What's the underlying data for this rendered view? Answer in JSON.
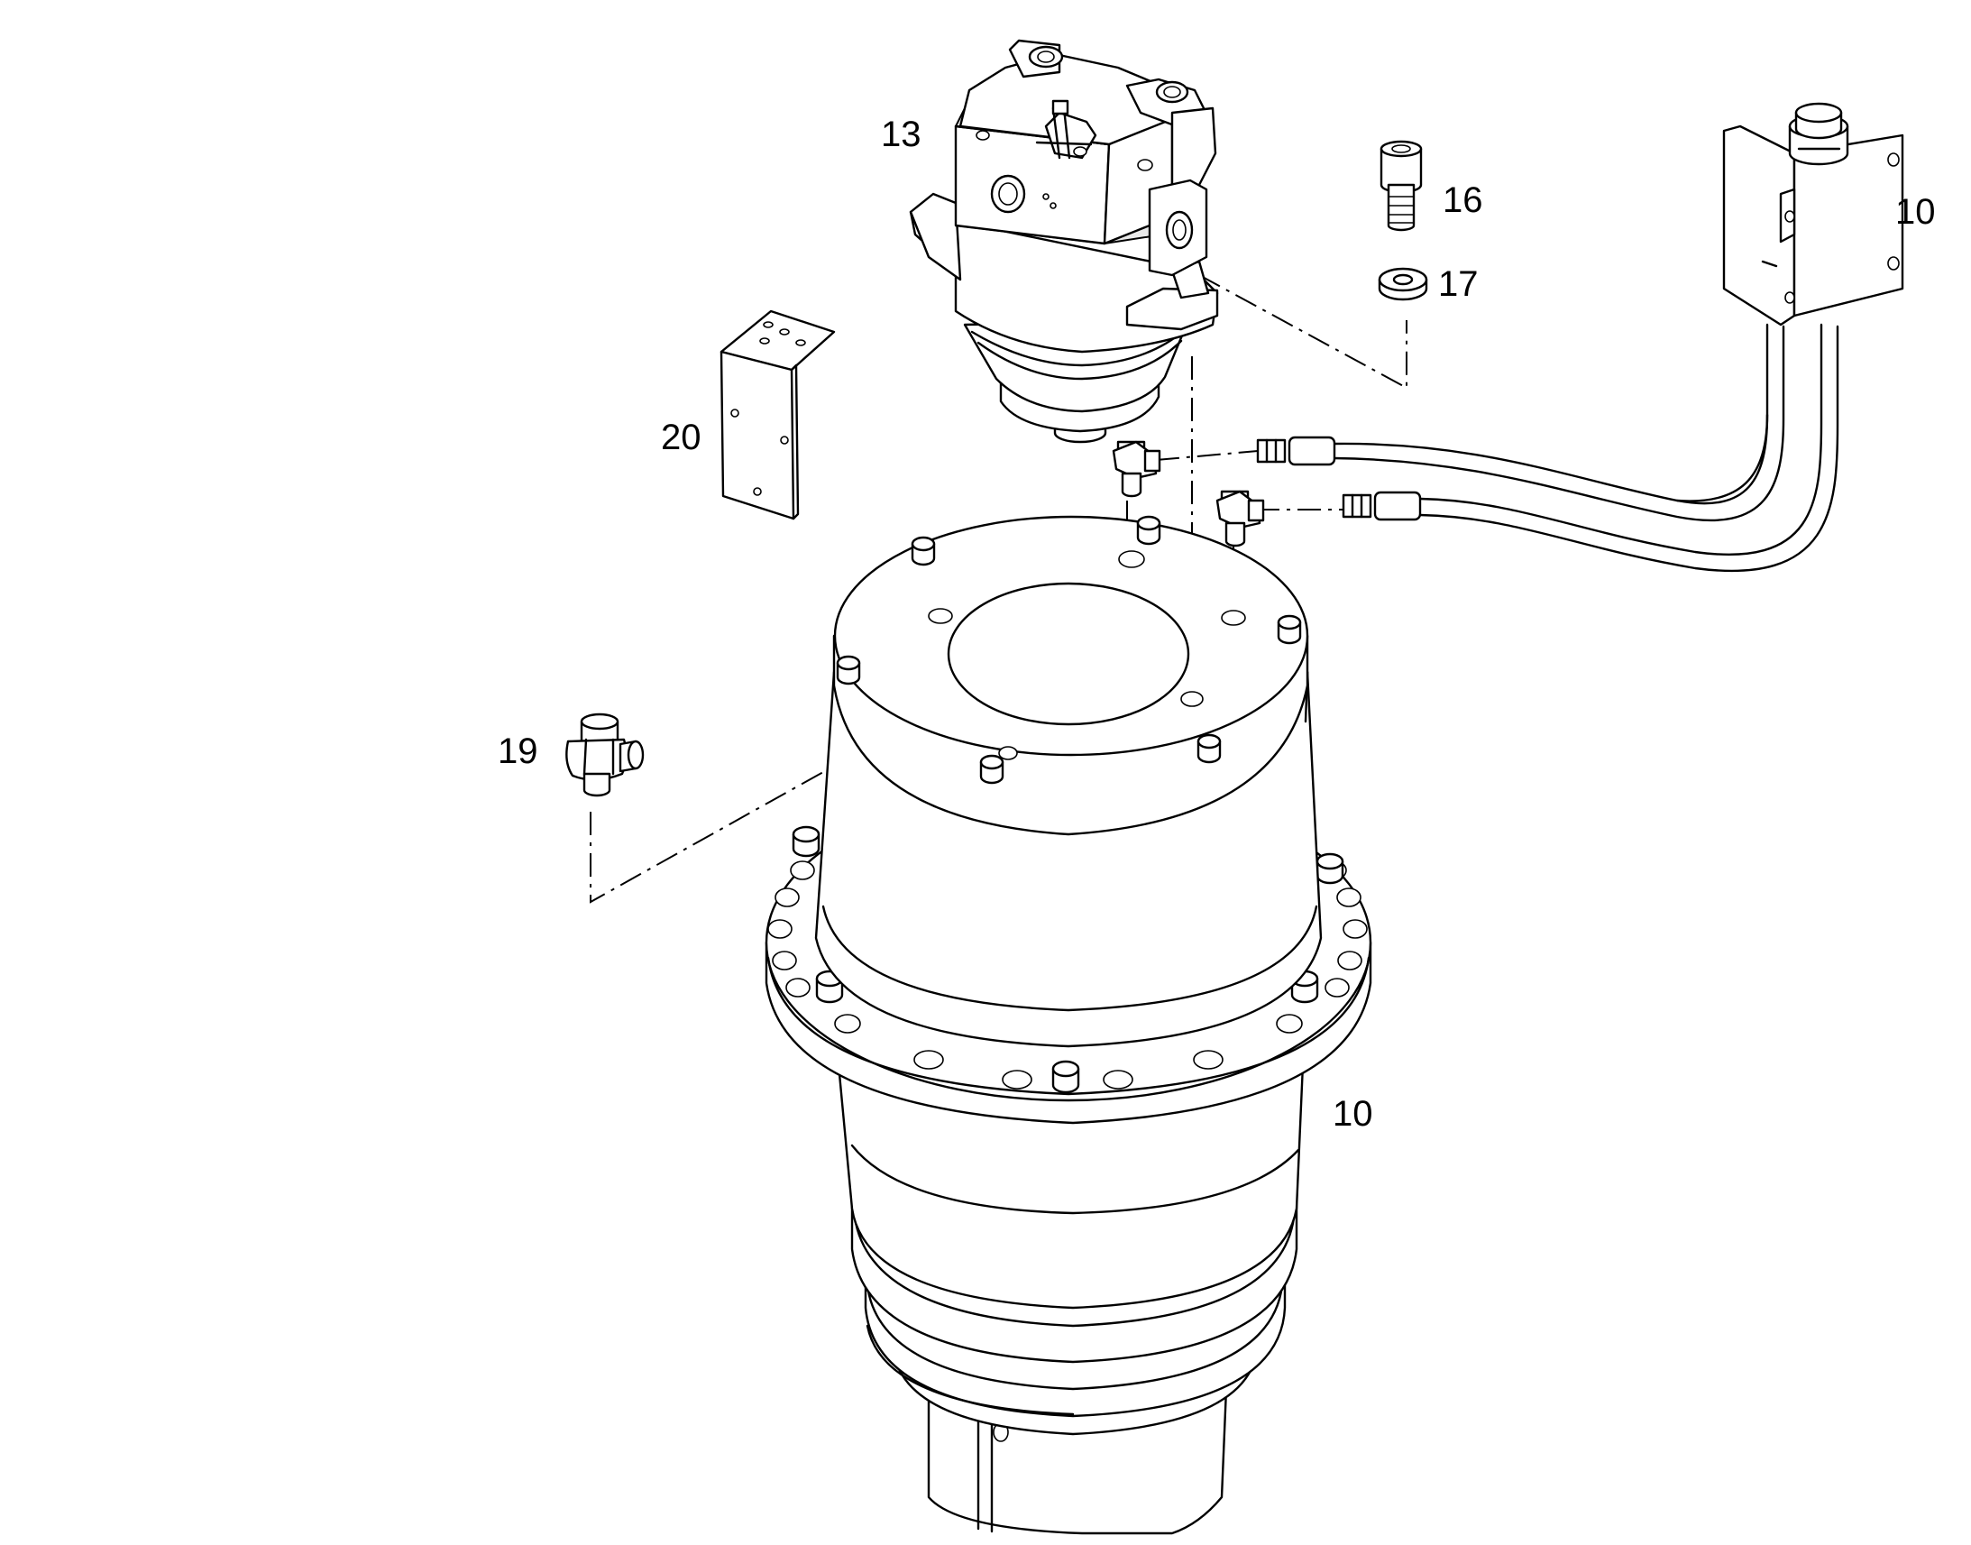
{
  "callouts": {
    "c13": "13",
    "c16": "16",
    "c17": "17",
    "c10_top": "10",
    "c20": "20",
    "c19": "19",
    "c10_main": "10"
  },
  "colors": {
    "line": "#000000",
    "background": "#ffffff",
    "shade": "#e9e9e9"
  }
}
